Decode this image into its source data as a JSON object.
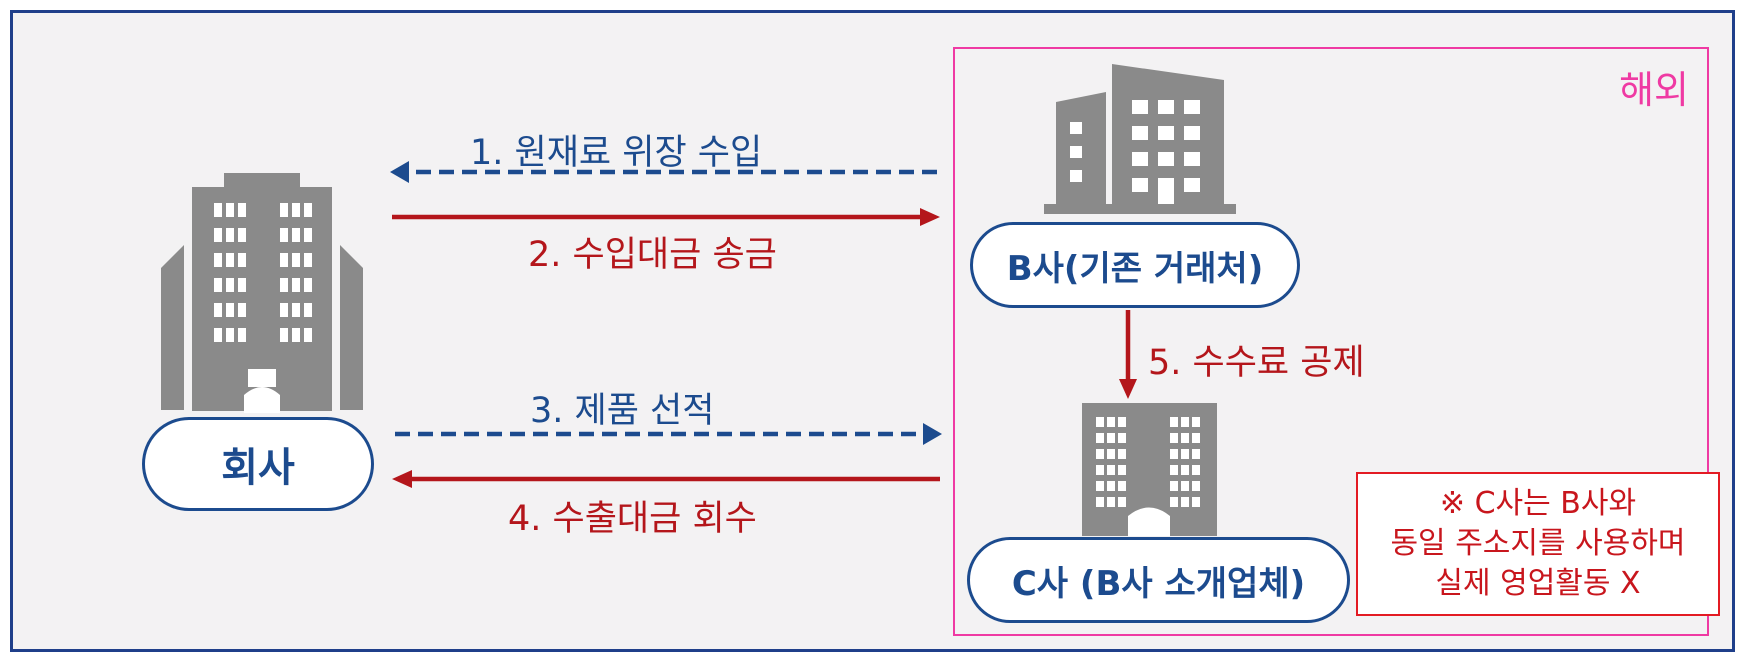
{
  "colors": {
    "frame_border": "#1f3f8a",
    "background": "#f3f2f3",
    "overseas_border": "#ef3aa3",
    "blue": "#1c4b8e",
    "red": "#b4161b",
    "building": "#8a8a8a"
  },
  "region": {
    "label": "해외"
  },
  "entities": {
    "company": {
      "label": "회사",
      "icon": "office-tower-icon"
    },
    "b": {
      "label": "B사(기존 거래처)",
      "icon": "office-building-icon"
    },
    "c": {
      "label": "C사 (B사 소개업체)",
      "icon": "small-office-icon"
    }
  },
  "flows": [
    {
      "label": "1. 원재료 위장 수입",
      "style": "dashed",
      "color": "blue",
      "direction": "B사 → 회사"
    },
    {
      "label": "2. 수입대금 송금",
      "style": "solid",
      "color": "red",
      "direction": "회사 → B사"
    },
    {
      "label": "3. 제품 선적",
      "style": "dashed",
      "color": "blue",
      "direction": "회사 → C사"
    },
    {
      "label": "4. 수출대금 회수",
      "style": "solid",
      "color": "red",
      "direction": "C사 → 회사"
    },
    {
      "label": "5. 수수료 공제",
      "style": "solid",
      "color": "red",
      "direction": "B사 → C사"
    }
  ],
  "note": {
    "lines": [
      "※ C사는 B사와",
      "동일 주소지를 사용하며",
      "실제 영업활동 X"
    ]
  }
}
